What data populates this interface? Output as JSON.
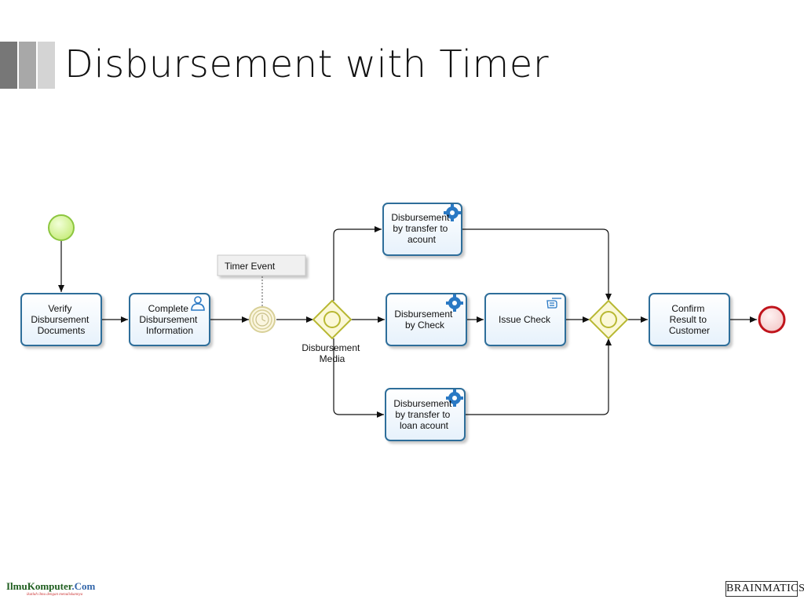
{
  "slide": {
    "title": "Disbursement with Timer",
    "accent_colors": [
      "#777777",
      "#a8a8a8",
      "#d4d4d4"
    ]
  },
  "diagram": {
    "tasks": {
      "verify": [
        "Verify",
        "Disbursement",
        "Documents"
      ],
      "complete": [
        "Complete",
        "Disbursement",
        "Information"
      ],
      "transfer": [
        "Disbursement",
        "by transfer to",
        "acount"
      ],
      "check": [
        "Disbursement",
        "by Check"
      ],
      "issue": [
        "Issue Check"
      ],
      "loan": [
        "Disbursement",
        "by transfer to",
        "loan acount"
      ],
      "confirm": [
        "Confirm",
        "Result to",
        "Customer"
      ]
    },
    "gateway_label": [
      "Disbursement",
      "Media"
    ],
    "timer_annotation": "Timer Event",
    "icons": {
      "complete": "user-task-icon",
      "transfer": "service-task-gear-icon",
      "check": "service-task-gear-icon",
      "loan": "service-task-gear-icon",
      "issue": "manual-task-hand-icon",
      "timer": "clock-icon"
    },
    "colors": {
      "task_border": "#2f6e9a",
      "start_event": "#8cc63f",
      "end_event": "#c0141c",
      "gateway": "#b8b832",
      "gear": "#2a79c4"
    }
  },
  "footer": {
    "left_brand": "IlmuKomputer",
    "left_brand_suffix": ".Com",
    "left_tagline": "ikatlah ilmu dengan menuliskannya",
    "right_brand": "BRAINMATICS"
  }
}
